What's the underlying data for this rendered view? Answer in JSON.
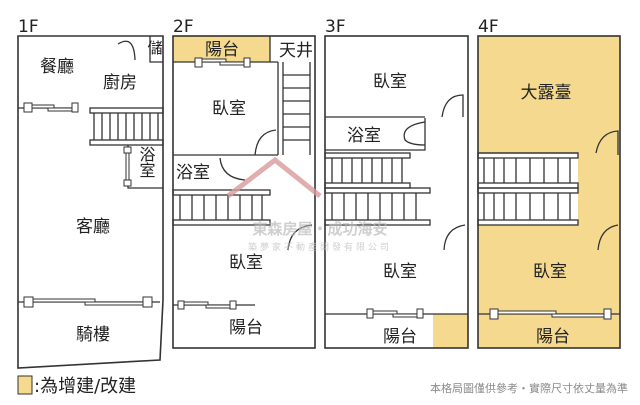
{
  "floors": [
    {
      "label": "1F",
      "rooms": [
        "餐廳",
        "廚房",
        "儲",
        "浴室",
        "客廳",
        "騎樓"
      ]
    },
    {
      "label": "2F",
      "rooms": [
        "陽台",
        "天井",
        "臥室",
        "浴室",
        "臥室",
        "陽台"
      ]
    },
    {
      "label": "3F",
      "rooms": [
        "臥室",
        "浴室",
        "臥室",
        "陽台"
      ]
    },
    {
      "label": "4F",
      "rooms": [
        "大露臺",
        "臥室",
        "陽台"
      ]
    }
  ],
  "legend": {
    "text": ":為增建/改建",
    "color": "#f5d98e"
  },
  "note": "本格局圖僅供參考・實際尺寸依丈量為準",
  "watermark": {
    "brand": "東森房屋・成功海安",
    "company": "築夢家不動產開發有限公司"
  }
}
